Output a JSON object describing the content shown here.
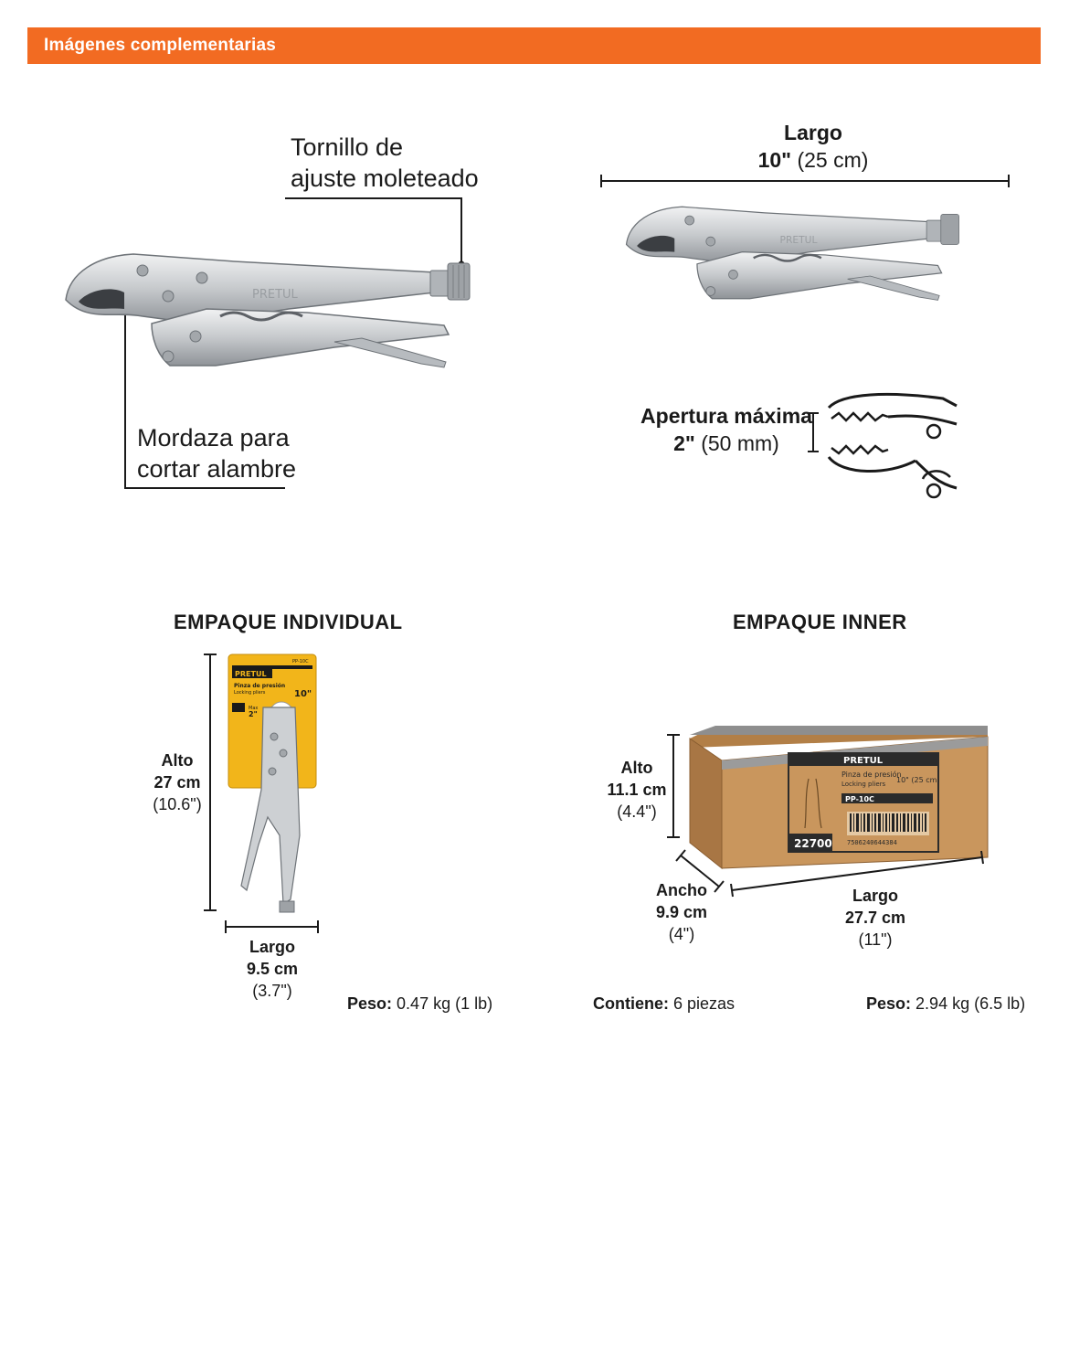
{
  "header": {
    "title": "Imágenes complementarias"
  },
  "callouts": {
    "adjust_screw_line1": "Tornillo de",
    "adjust_screw_line2": "ajuste moleteado",
    "jaw_line1": "Mordaza para",
    "jaw_line2": "cortar alambre"
  },
  "tool_dimensions": {
    "length_label": "Largo",
    "length_value": "10\"",
    "length_metric": "(25 cm)",
    "opening_label": "Apertura máxima",
    "opening_value": "2\"",
    "opening_metric": "(50 mm)"
  },
  "brand_on_tool": "PRETUL",
  "individual_pack": {
    "title": "EMPAQUE INDIVIDUAL",
    "height_label": "Alto",
    "height_value": "27 cm",
    "height_imperial": "(10.6\")",
    "length_label": "Largo",
    "length_value": "9.5 cm",
    "length_imperial": "(3.7\")",
    "weight_label": "Peso:",
    "weight_value": "0.47 kg (1 lb)",
    "card": {
      "brand": "PRETUL",
      "code": "PP-10C",
      "name_es": "Pinza de presión",
      "name_en": "Locking pliers",
      "size": "10\"",
      "max_label": "Max",
      "max_value": "2\""
    }
  },
  "inner_pack": {
    "title": "EMPAQUE INNER",
    "height_label": "Alto",
    "height_value": "11.1 cm",
    "height_imperial": "(4.4\")",
    "width_label": "Ancho",
    "width_value": "9.9 cm",
    "width_imperial": "(4\")",
    "length_label": "Largo",
    "length_value": "27.7 cm",
    "length_imperial": "(11\")",
    "contains_label": "Contiene:",
    "contains_value": "6 piezas",
    "weight_label": "Peso:",
    "weight_value": "2.94 kg (6.5 lb)",
    "box_label": {
      "brand": "PRETUL",
      "name_es": "Pinza de presión",
      "name_en": "Locking pliers",
      "size": "10\" (25 cm)",
      "code": "PP-10C",
      "sku": "22700",
      "barcode": "7506240644384"
    }
  },
  "colors": {
    "accent": "#f26b22",
    "card_yellow": "#f2b51a",
    "box_brown": "#c9965d"
  }
}
